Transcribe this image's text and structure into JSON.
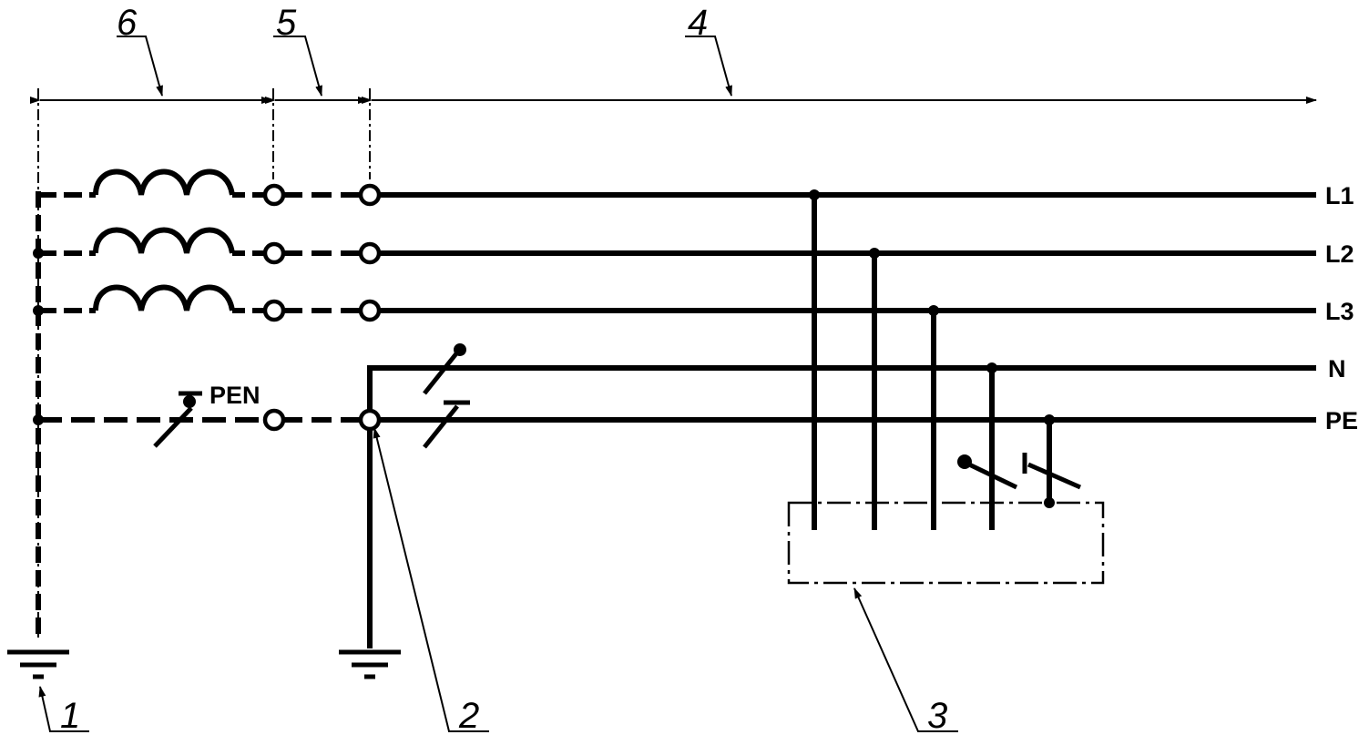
{
  "lines": {
    "l1": "L1",
    "l2": "L2",
    "l3": "L3",
    "n": "N",
    "pe": "PE",
    "pen": "PEN"
  },
  "callouts": {
    "c1": "1",
    "c2": "2",
    "c3": "3",
    "c4": "4",
    "c5": "5",
    "c6": "6"
  }
}
